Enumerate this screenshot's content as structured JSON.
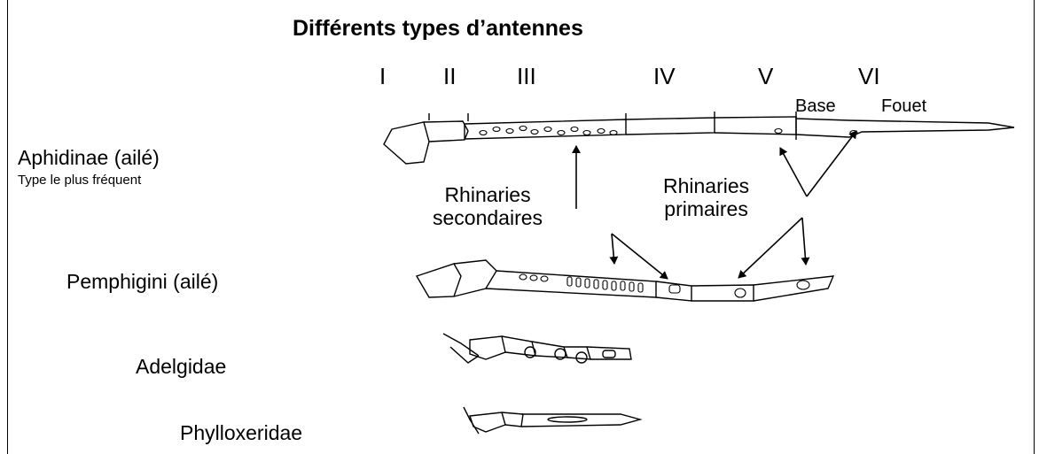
{
  "title": "Différents types d’antennes",
  "segments": [
    "I",
    "II",
    "III",
    "IV",
    "V",
    "VI"
  ],
  "segment_parts": {
    "base": "Base",
    "fouet": "Fouet"
  },
  "groups": {
    "aphidinae": {
      "name": "Aphidinae (ailé)",
      "note": "Type le plus fréquent"
    },
    "pemphigini": {
      "name": "Pemphigini (ailé)"
    },
    "adelgidae": {
      "name": "Adelgidae"
    },
    "phylloxeridae": {
      "name": "Phylloxeridae"
    }
  },
  "annotations": {
    "secondary_line1": "Rhinaries",
    "secondary_line2": "secondaires",
    "primary_line1": "Rhinaries",
    "primary_line2": "primaires"
  }
}
